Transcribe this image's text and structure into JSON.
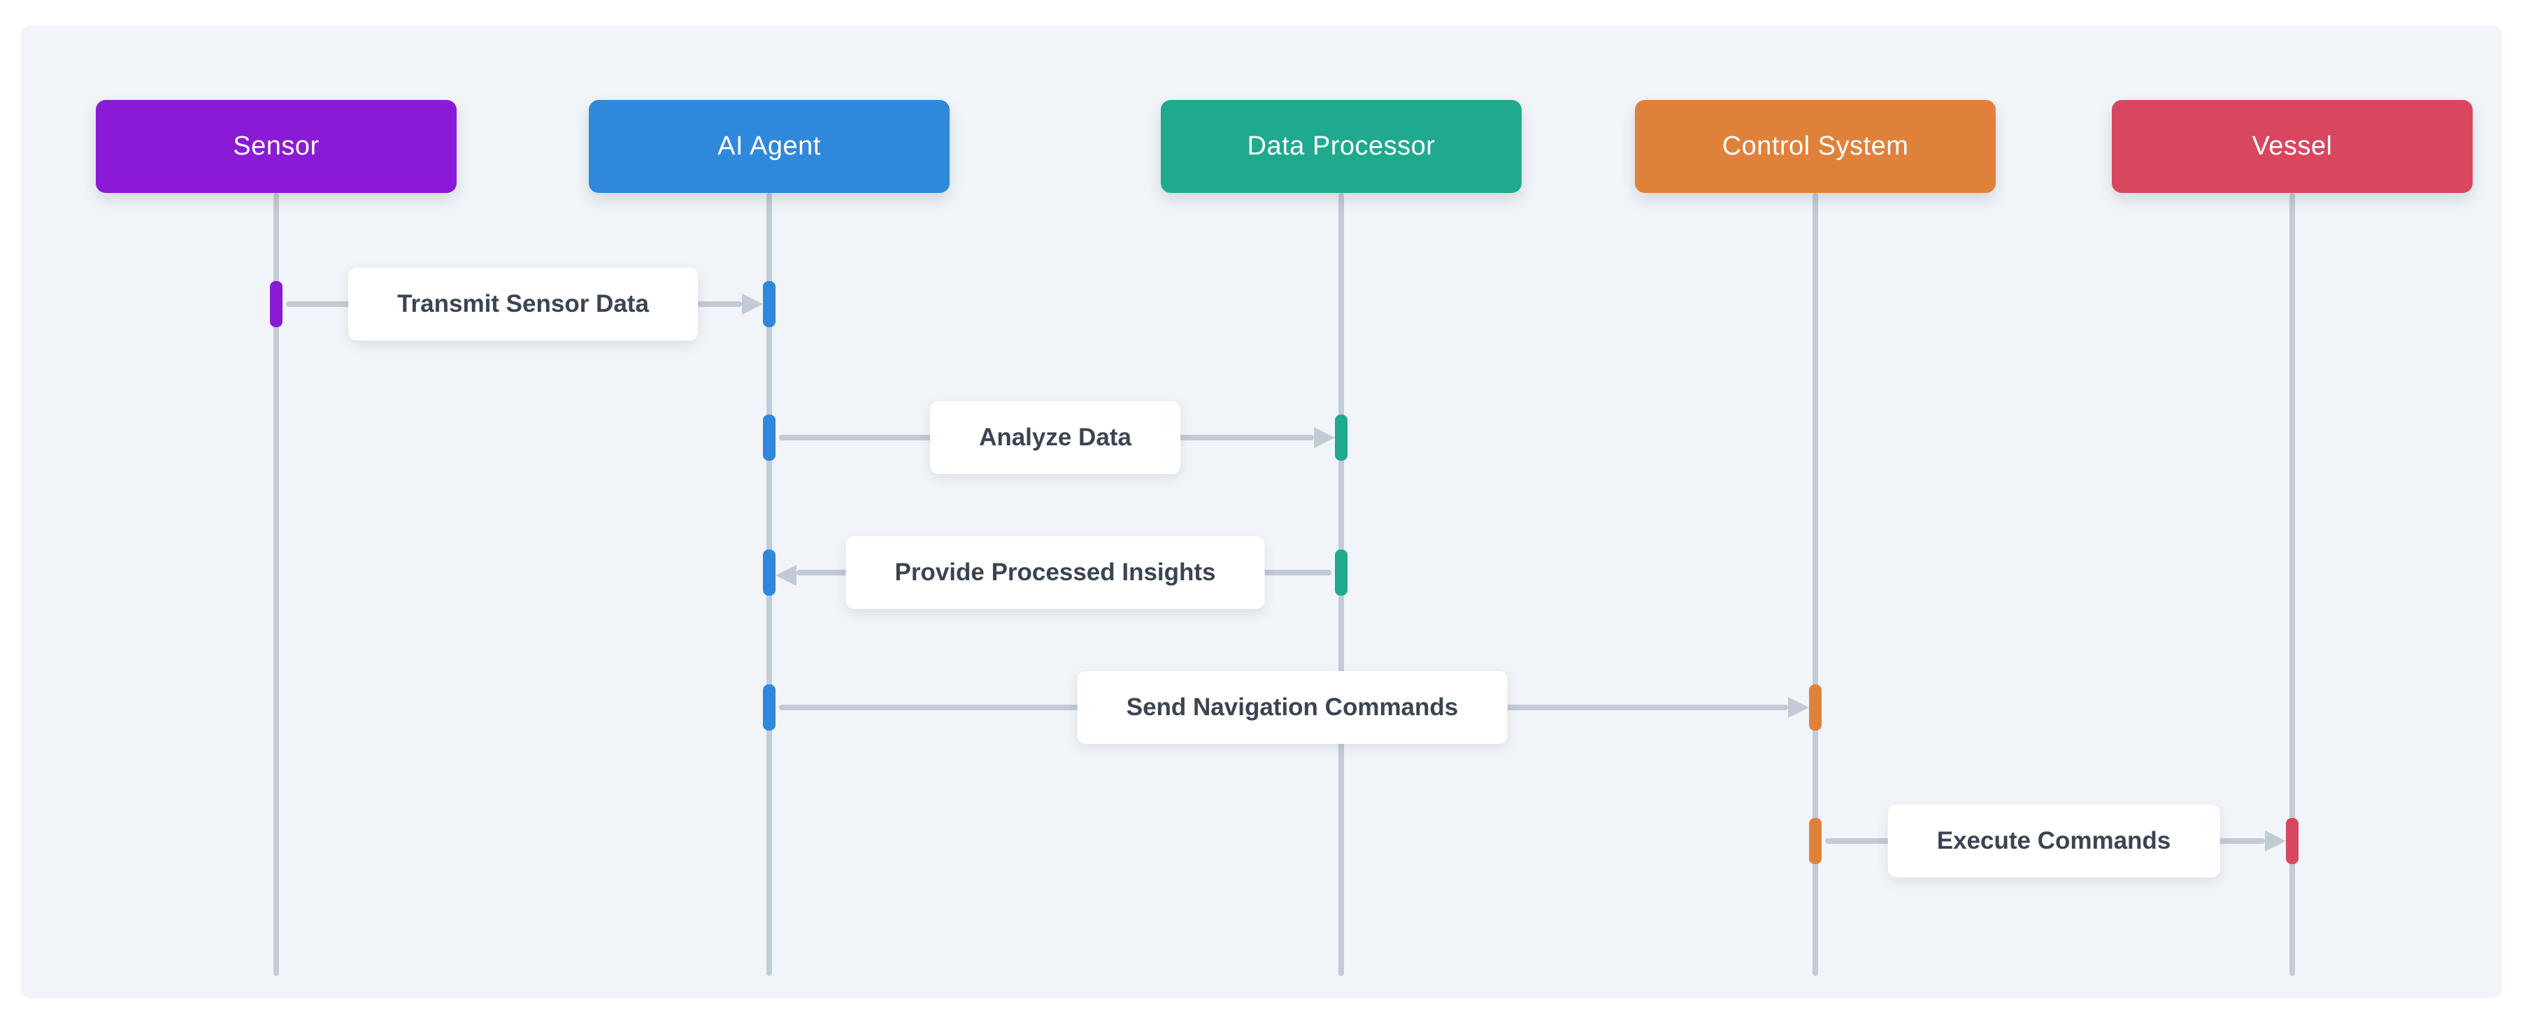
{
  "diagram": {
    "type": "sequence-diagram",
    "theme": {
      "page_bg": "#ffffff",
      "panel_bg": "#f1f5f9",
      "lifeline": "#c2cbd8",
      "arrow": "#c2cad6",
      "label_bg": "#ffffff",
      "label_text": "#3a4453",
      "actor_text": "#ffffff"
    },
    "actors": [
      {
        "id": "sensor",
        "label": "Sensor",
        "color": "#8b1ad6"
      },
      {
        "id": "ai-agent",
        "label": "AI Agent",
        "color": "#2f88db"
      },
      {
        "id": "data-processor",
        "label": "Data Processor",
        "color": "#1fa98e"
      },
      {
        "id": "control-system",
        "label": "Control System",
        "color": "#e0813b"
      },
      {
        "id": "vessel",
        "label": "Vessel",
        "color": "#d9465f"
      }
    ],
    "messages": [
      {
        "text": "Transmit Sensor Data",
        "from": "Sensor",
        "to": "AI Agent",
        "direction": "right"
      },
      {
        "text": "Analyze Data",
        "from": "AI Agent",
        "to": "Data Processor",
        "direction": "right"
      },
      {
        "text": "Provide Processed Insights",
        "from": "Data Processor",
        "to": "AI Agent",
        "direction": "left"
      },
      {
        "text": "Send Navigation Commands",
        "from": "AI Agent",
        "to": "Control System",
        "direction": "right"
      },
      {
        "text": "Execute Commands",
        "from": "Control System",
        "to": "Vessel",
        "direction": "right"
      }
    ]
  }
}
